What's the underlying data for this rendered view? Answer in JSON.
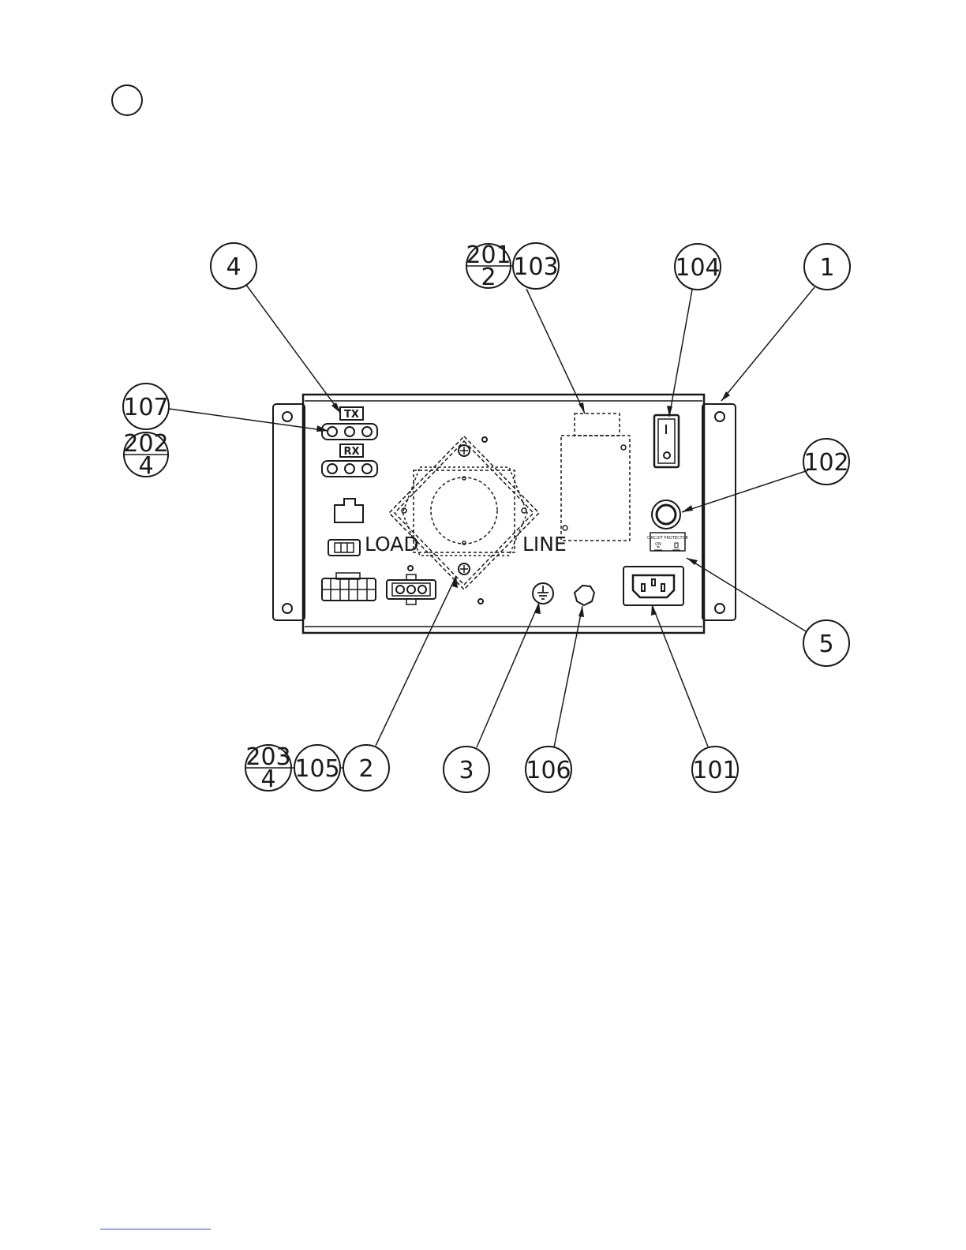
{
  "labels": {
    "load": "LOAD",
    "line": "LINE",
    "tx": "TX",
    "rx": "RX",
    "breaker_title": "CIRCUIT PROTECTOR",
    "breaker_on": "ON"
  },
  "callouts": {
    "c4": "4",
    "c103": "103",
    "c201_top": "201",
    "c201_bottom": "2",
    "c104": "104",
    "c1": "1",
    "c107": "107",
    "c202_top": "202",
    "c202_bottom": "4",
    "c102": "102",
    "c5": "5",
    "c203_top": "203",
    "c203_bottom": "4",
    "c105": "105",
    "c2": "2",
    "c3": "3",
    "c106": "106",
    "c101": "101"
  },
  "colors": {
    "ink": "#1a1a1a",
    "footer_rule": "#3b4fb8"
  }
}
